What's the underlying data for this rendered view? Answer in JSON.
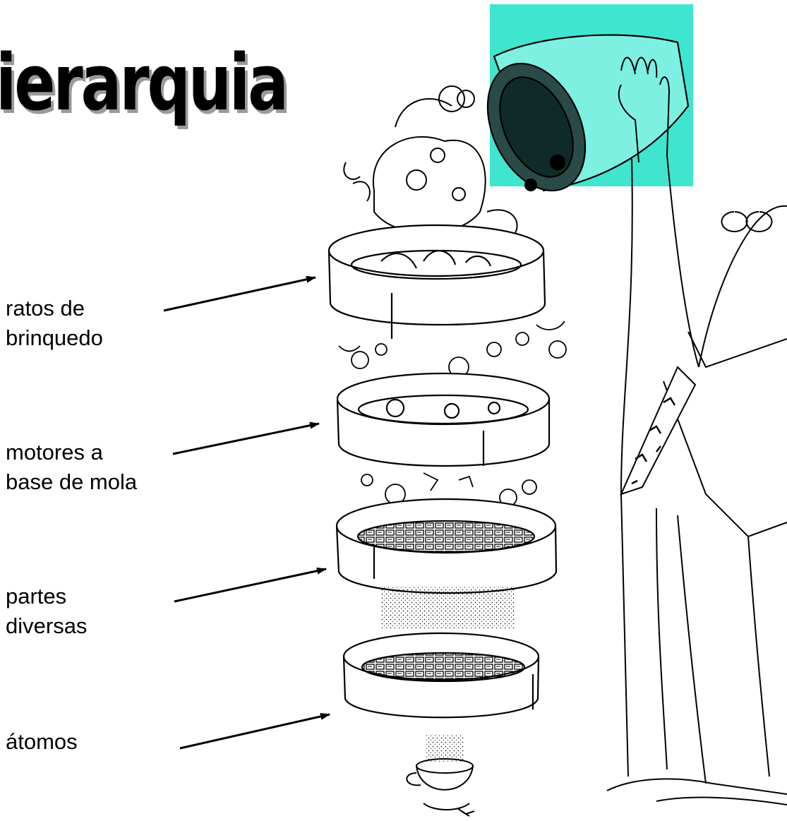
{
  "title": "ierarquia",
  "labels": [
    {
      "line1": "ratos de",
      "line2": "brinquedo"
    },
    {
      "line1": "motores a",
      "line2": "base de mola"
    },
    {
      "line1": "partes",
      "line2": "diversas"
    },
    {
      "line1": "átomos",
      "line2": ""
    }
  ],
  "colors": {
    "highlight": "#1ee0c8",
    "ink": "#000000",
    "title_shadow": "#9a9a9a"
  }
}
